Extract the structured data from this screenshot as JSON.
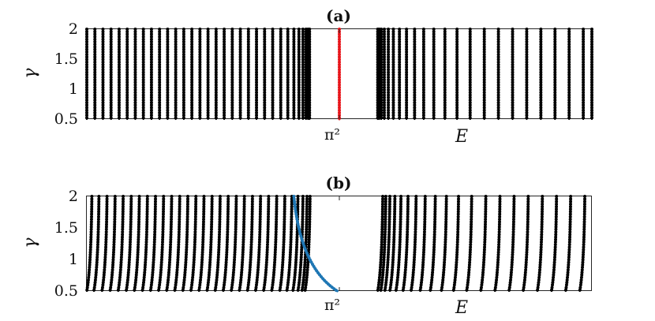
{
  "chart_data": [
    {
      "type": "scatter",
      "panel_tag": "(a)",
      "xlabel": "E",
      "ylabel": "γ",
      "ylim": [
        0.5,
        2
      ],
      "yticks": [
        0.5,
        1,
        1.5,
        2
      ],
      "ytick_labels": [
        "0.5",
        "1",
        "1.5",
        "2"
      ],
      "xtick_label": "π²",
      "xtick_value": 0.5,
      "xlim": [
        0,
        1
      ],
      "grid": false,
      "legend": "none",
      "series": [
        {
          "color": "#000000",
          "kind": "vertical",
          "x": [
            0.0,
            0.016,
            0.032,
            0.048,
            0.064,
            0.08,
            0.096,
            0.112,
            0.128,
            0.144,
            0.16,
            0.176,
            0.192,
            0.208,
            0.224,
            0.24,
            0.256,
            0.272,
            0.288,
            0.304,
            0.32,
            0.336,
            0.352,
            0.368,
            0.384,
            0.398,
            0.41,
            0.42,
            0.428,
            0.434,
            0.438,
            0.441,
            0.576,
            0.579,
            0.583,
            0.589,
            0.597,
            0.607,
            0.619,
            0.633,
            0.649,
            0.667,
            0.687,
            0.709,
            0.733,
            0.759,
            0.787,
            0.815,
            0.843,
            0.871,
            0.899,
            0.927,
            0.955,
            0.983,
            1.0
          ]
        },
        {
          "color": "#e8161b",
          "kind": "vertical",
          "x": [
            0.5
          ]
        }
      ]
    },
    {
      "type": "scatter",
      "panel_tag": "(b)",
      "xlabel": "E",
      "ylabel": "γ",
      "ylim": [
        0.5,
        2
      ],
      "yticks": [
        0.5,
        1,
        1.5,
        2
      ],
      "ytick_labels": [
        "0.5",
        "1",
        "1.5",
        "2"
      ],
      "xtick_label": "π²",
      "xtick_value": 0.5,
      "xlim": [
        0,
        1
      ],
      "grid": false,
      "legend": "none",
      "series": [
        {
          "color": "#000000",
          "kind": "curve",
          "x_top": [
            0.01,
            0.024,
            0.04,
            0.056,
            0.072,
            0.088,
            0.104,
            0.12,
            0.136,
            0.152,
            0.168,
            0.184,
            0.2,
            0.216,
            0.232,
            0.248,
            0.264,
            0.28,
            0.296,
            0.312,
            0.328,
            0.344,
            0.36,
            0.376,
            0.392,
            0.406,
            0.418,
            0.428,
            0.436,
            0.442,
            0.586,
            0.592,
            0.6,
            0.61,
            0.622,
            0.636,
            0.652,
            0.67,
            0.69,
            0.712,
            0.736,
            0.762,
            0.79,
            0.818,
            0.846,
            0.874,
            0.902,
            0.93,
            0.958,
            0.986
          ],
          "x_bottom": [
            0.0,
            0.014,
            0.03,
            0.046,
            0.062,
            0.078,
            0.094,
            0.11,
            0.126,
            0.142,
            0.158,
            0.174,
            0.19,
            0.206,
            0.222,
            0.238,
            0.254,
            0.27,
            0.286,
            0.302,
            0.318,
            0.334,
            0.35,
            0.366,
            0.382,
            0.396,
            0.408,
            0.418,
            0.426,
            0.432,
            0.576,
            0.582,
            0.59,
            0.6,
            0.612,
            0.626,
            0.642,
            0.66,
            0.68,
            0.702,
            0.726,
            0.752,
            0.78,
            0.808,
            0.836,
            0.864,
            0.892,
            0.92,
            0.948,
            0.976
          ]
        },
        {
          "color": "#1f77b4",
          "kind": "curve",
          "x_top": [
            0.41
          ],
          "x_bottom": [
            0.496
          ]
        }
      ]
    }
  ]
}
